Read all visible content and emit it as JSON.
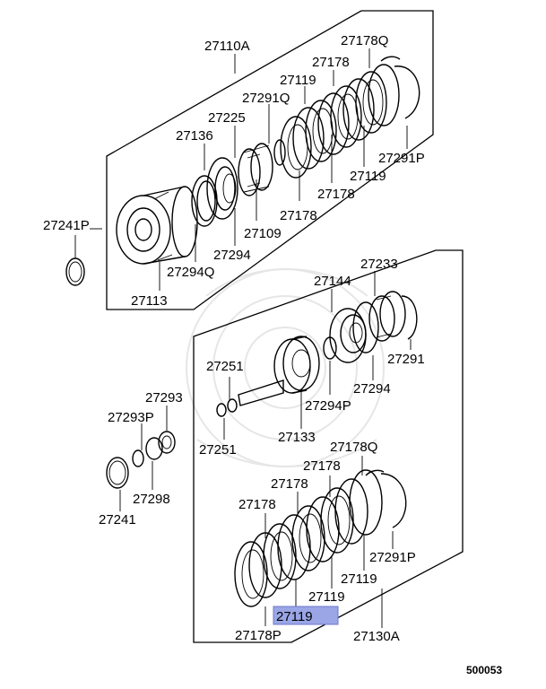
{
  "diagram": {
    "ref_number": "500053",
    "highlight_color": "#9aa6e6",
    "labels": {
      "l27110A": "27110A",
      "l27178Q_top": "27178Q",
      "l27178_top1": "27178",
      "l27119_top1": "27119",
      "l27291Q": "27291Q",
      "l27225": "27225",
      "l27136": "27136",
      "l27291P_top": "27291P",
      "l27119_top2": "27119",
      "l27178_top2": "27178",
      "l27178_top3": "27178",
      "l27109": "27109",
      "l27294": "27294",
      "l27294Q": "27294Q",
      "l27113": "27113",
      "l27241P": "27241P",
      "l27233": "27233",
      "l27144": "27144",
      "l27291": "27291",
      "l27294_mid": "27294",
      "l27294P": "27294P",
      "l27251_top": "27251",
      "l27251_bot": "27251",
      "l27133": "27133",
      "l27293": "27293",
      "l27293P": "27293P",
      "l27298": "27298",
      "l27241": "27241",
      "l27178Q_bot": "27178Q",
      "l27178_b1": "27178",
      "l27178_b2": "27178",
      "l27178_b3": "27178",
      "l27291P_bot": "27291P",
      "l27119_b1": "27119",
      "l27119_b2": "27119",
      "l27119_selected": "27119",
      "l27178P": "27178P",
      "l27130A": "27130A"
    }
  }
}
